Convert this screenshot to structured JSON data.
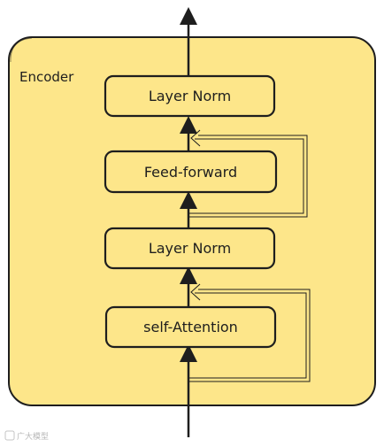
{
  "container": {
    "label": "Encoder",
    "fill": "#fde68a",
    "stroke": "#1e1e1e"
  },
  "blocks": [
    {
      "id": "layer-norm-top",
      "label": "Layer Norm"
    },
    {
      "id": "feed-forward",
      "label": "Feed-forward"
    },
    {
      "id": "layer-norm-bottom",
      "label": "Layer Norm"
    },
    {
      "id": "self-attention",
      "label": "self-Attention"
    }
  ],
  "edges": [
    {
      "from": "input",
      "to": "self-attention",
      "type": "flow"
    },
    {
      "from": "self-attention",
      "to": "layer-norm-bottom",
      "type": "flow"
    },
    {
      "from": "layer-norm-bottom",
      "to": "feed-forward",
      "type": "flow"
    },
    {
      "from": "feed-forward",
      "to": "layer-norm-top",
      "type": "flow"
    },
    {
      "from": "layer-norm-top",
      "to": "output",
      "type": "flow"
    },
    {
      "from": "input",
      "to": "layer-norm-bottom",
      "type": "residual"
    },
    {
      "from": "layer-norm-bottom",
      "to": "layer-norm-top",
      "type": "residual"
    }
  ],
  "watermark": "广大模型"
}
